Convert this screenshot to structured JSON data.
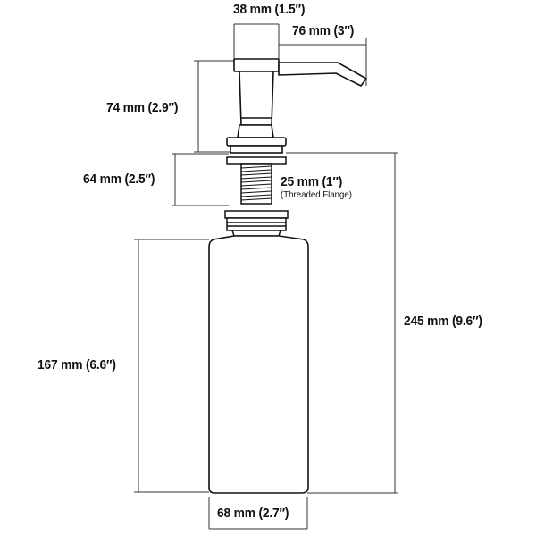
{
  "dimensions": {
    "head_width": "38 mm (1.5″)",
    "spout_length": "76 mm (3″)",
    "pump_height": "74 mm (2.9″)",
    "flange_height": "64 mm (2.5″)",
    "flange_diameter": "25 mm (1″)",
    "flange_note": "(Threaded Flange)",
    "bottle_height": "167 mm (6.6″)",
    "overall_height": "245 mm (9.6″)",
    "bottle_width": "68 mm (2.7″)"
  }
}
